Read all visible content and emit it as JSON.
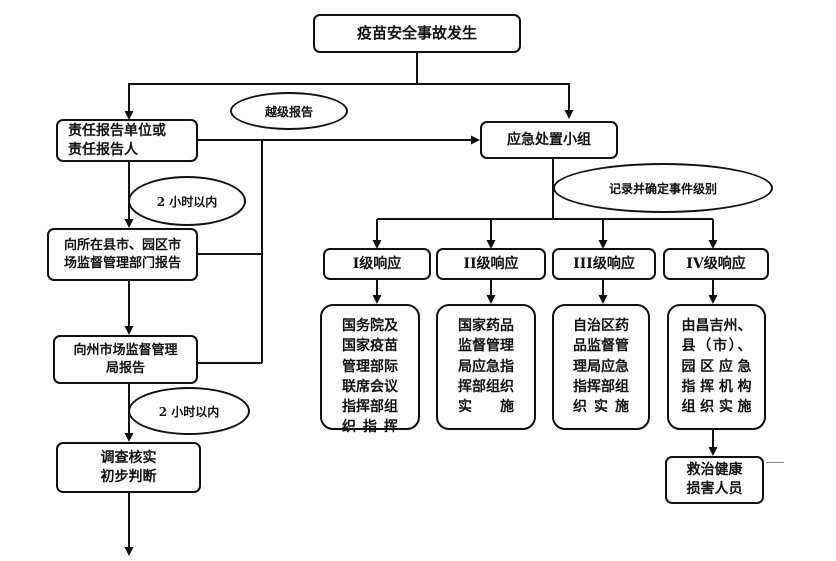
{
  "nodes": {
    "incident": "疫苗安全事故发生",
    "reporter": "责任报告单位或\n责任报告人",
    "county": "向所在县市、园区市\n场监督管理部门报告",
    "prefecture": "向州市场监督管理\n局报告",
    "investigate": "调查核实\n初步判断",
    "group": "应急处置小组",
    "level1": "I级响应",
    "level2": "II级响应",
    "level3": "III级响应",
    "level4": "IV级响应",
    "action1": "国务院及\n国家疫苗\n管理部际\n联席会议\n指挥部组\n织指挥",
    "action2": "国家药品\n监督管理\n局应急指\n挥部组织\n实施",
    "action3": "自治区药\n品监督管\n理局应急\n指挥部组\n织实施",
    "action4": "由昌吉州、\n县（市）、\n园区应急\n指挥机构\n组织实施",
    "treat": "救治健康\n损害人员"
  },
  "labels": {
    "skip_report": "越级报告",
    "two_hours_1": "2 小时以内",
    "two_hours_2": "2 小时以内",
    "record_grade": "记录并确定事件级别"
  },
  "colors": {
    "stroke": "#111111",
    "background": "#ffffff"
  }
}
